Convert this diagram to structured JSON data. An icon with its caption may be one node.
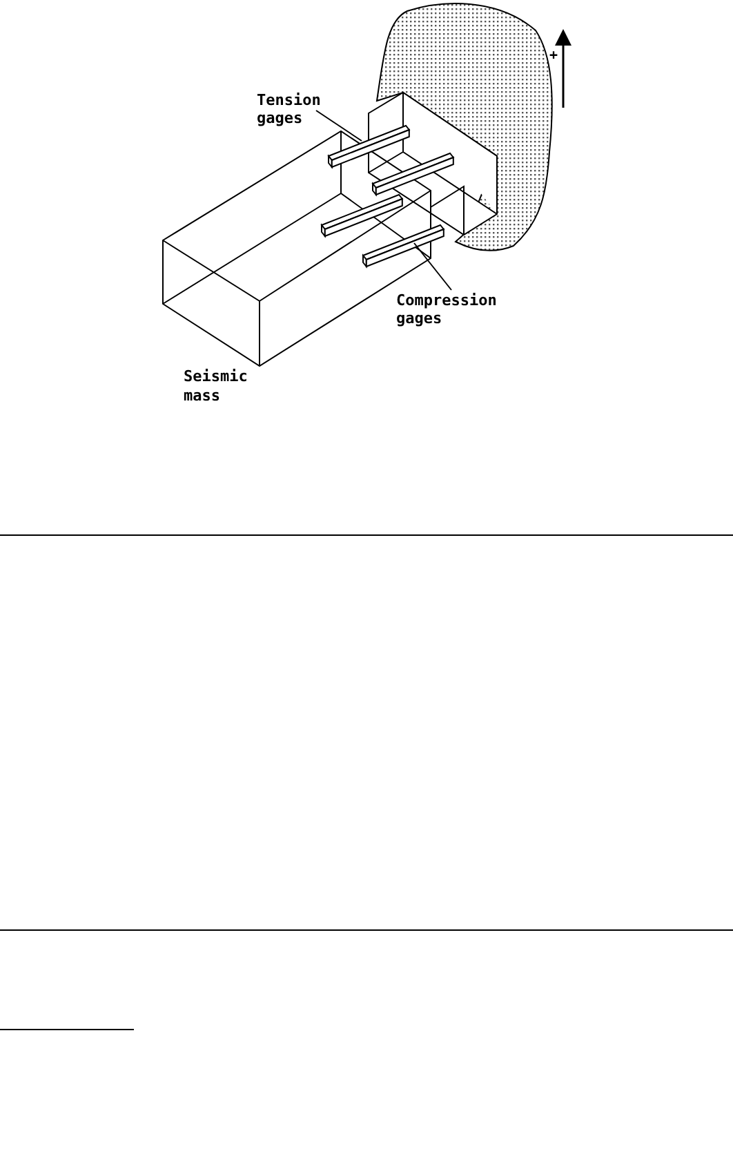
{
  "diagram": {
    "nodes": [
      {
        "text": [
          "Tension gages"
        ]
      },
      {
        "text": [],
        "shape": "bar"
      },
      {
        "text": [],
        "shape": "bar"
      },
      {
        "text": [],
        "shape": "bar"
      },
      {
        "text": [],
        "shape": "bar"
      },
      {
        "text": [
          "Compression gages"
        ]
      }
    ],
    "edges": [
      {
        "from": 0,
        "to": 1,
        "arrow": "none"
      },
      {
        "from": 5,
        "to": 4,
        "arrow": "none"
      }
    ],
    "labels": [
      "Seismic mass",
      "+"
    ]
  }
}
